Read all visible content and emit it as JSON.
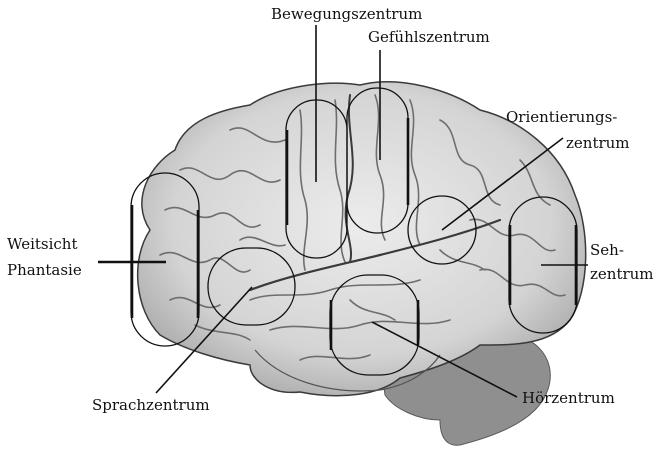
{
  "labels": {
    "motor": "Bewegungszentrum",
    "sensory": "Gefühlszentrum",
    "orientation_1": "Orientierungs-",
    "orientation_2": "zentrum",
    "farsight_1": "Weitsicht",
    "farsight_2": "Phantasie",
    "visual_1": "Seh-",
    "visual_2": "zentrum",
    "speech": "Sprachzentrum",
    "hearing": "Hörzentrum"
  },
  "colors": {
    "brain_fill": "#dcdcdc",
    "brain_shade": "#b9b9b9",
    "cerebellum": "#8f8f8f",
    "outline": "#1a1a1a"
  }
}
